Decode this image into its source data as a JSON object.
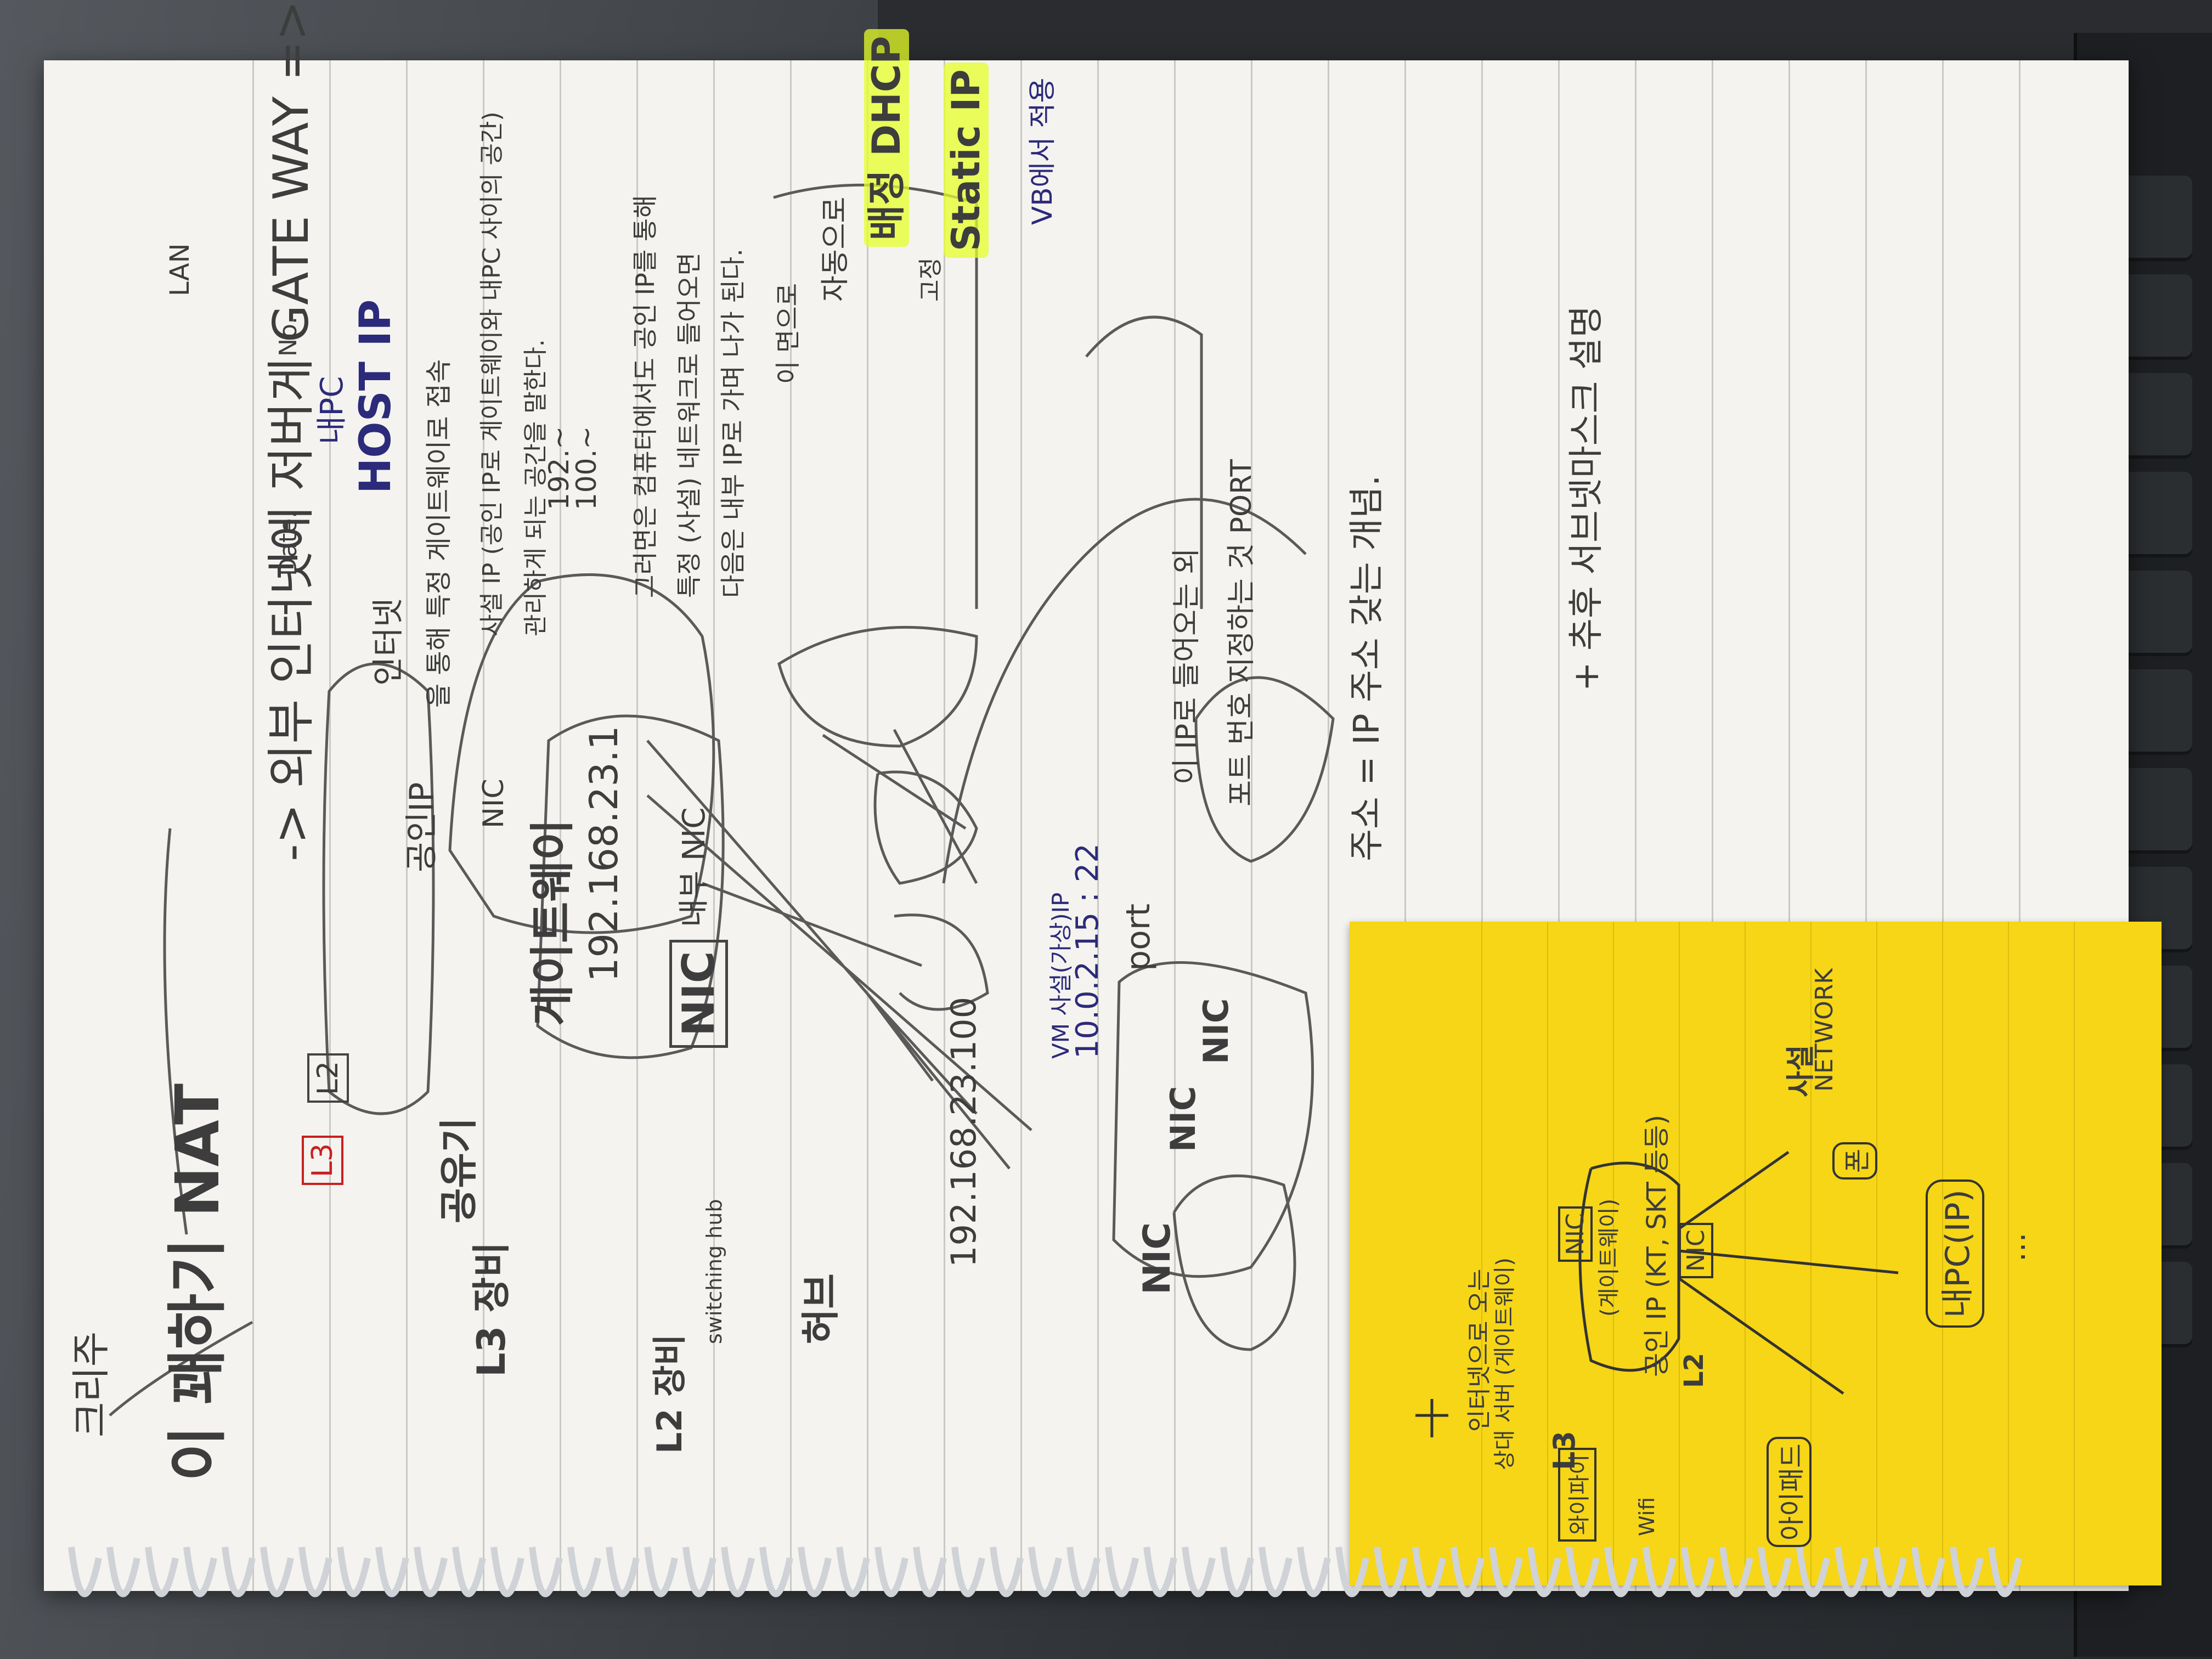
{
  "notebook": {
    "heading_prefix": "이 꽤하기 NAT",
    "heading_note": "크리주",
    "gateway_line": "-> 외부 인터넷에 저버게 GATE WAY =>",
    "date_label": "Date.",
    "no_label": "No.",
    "lan_label": "LAN",
    "pc_label": "내PC",
    "host_ip": "HOST IP",
    "inet": "인터넷",
    "public_ip": "공인IP",
    "public_ip_note": "을 통해 특정 게이트웨이로 접속",
    "private_ip_note": "사설 IP (공인 IP로 게이트웨이와 내PC 사이의 공간)",
    "private_ip_note2": "관리하게 되는 공간을 말한다.",
    "ip_range1": "192.~",
    "ip_range2": "100.~",
    "paragraph1": "그러면은 컴퓨터에서도 공인 IP를 통해",
    "paragraph2": "특정 (사설) 네트워크로 들어오면",
    "paragraph3": "다음은 내부 IP로 가며 나가 된다.",
    "l3": "L3",
    "l2": "L2",
    "router_label": "공유기",
    "l3_label": "L3 장비",
    "gateway_label": "게이트웨이",
    "nic_label": "NIC",
    "gateway_ip": "192.168.23.1",
    "internal_nic": "내부 NIC",
    "switch_label": "L2 장비",
    "switch_note": "switching hub",
    "hub_label": "허브",
    "pc_ip": "192.168.23.100",
    "virtual_ip_title": "VM 사설(가상)IP",
    "virtual_ip": "10.0.2.15 : 22",
    "port_small": "port",
    "nic_a": "NIC",
    "nic_b": "NIC",
    "nic_c": "NIC",
    "dhcp_intro": "이 면으로",
    "dhcp_a": "자동으로",
    "dhcp_b": "배정 DHCP",
    "dhcp_c": "고정",
    "static_ip": "Static IP",
    "vb_note": "VB에서 적용",
    "port_line1": "이 IP로 들어오는 외",
    "port_line2": "포트 번호 지정하는 것 PORT",
    "address": "주소 = IP 주소 갖는 개념.",
    "subnet": "+ 추후 서브넷마스크 설명"
  },
  "sticky": {
    "top_note1": "인터넷으로 오는",
    "top_note2": "상대 서버 (게이트웨이)",
    "nic": "NIC",
    "gateway_inner": "(게이트웨이)",
    "public_ip": "공인 IP (KT, SKT 등등)",
    "nic2": "NIC",
    "l3": "L3",
    "l2": "L2",
    "private": "사설",
    "network": "NETWORK",
    "phone": "폰",
    "mypc": "내PC(IP)",
    "wifi": "Wifi",
    "wifi_box": "와이파이",
    "ipad": "아이패드",
    "dots": "..."
  }
}
